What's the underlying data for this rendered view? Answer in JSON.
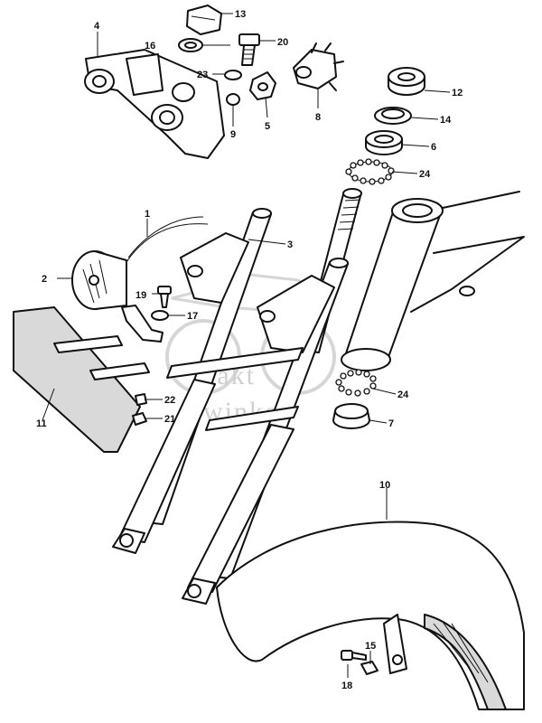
{
  "diagram": {
    "part_numbers": [
      "1",
      "2",
      "3",
      "4",
      "5",
      "6",
      "7",
      "8",
      "9",
      "10",
      "11",
      "12",
      "13",
      "14",
      "15",
      "16",
      "17",
      "18",
      "19",
      "20",
      "21",
      "22",
      "23",
      "24",
      "24"
    ],
    "watermark": [
      "takt",
      "winkel"
    ],
    "colors": {
      "line": "#111111",
      "paper": "#ffffff",
      "watermark": "#c8c8c8"
    }
  }
}
